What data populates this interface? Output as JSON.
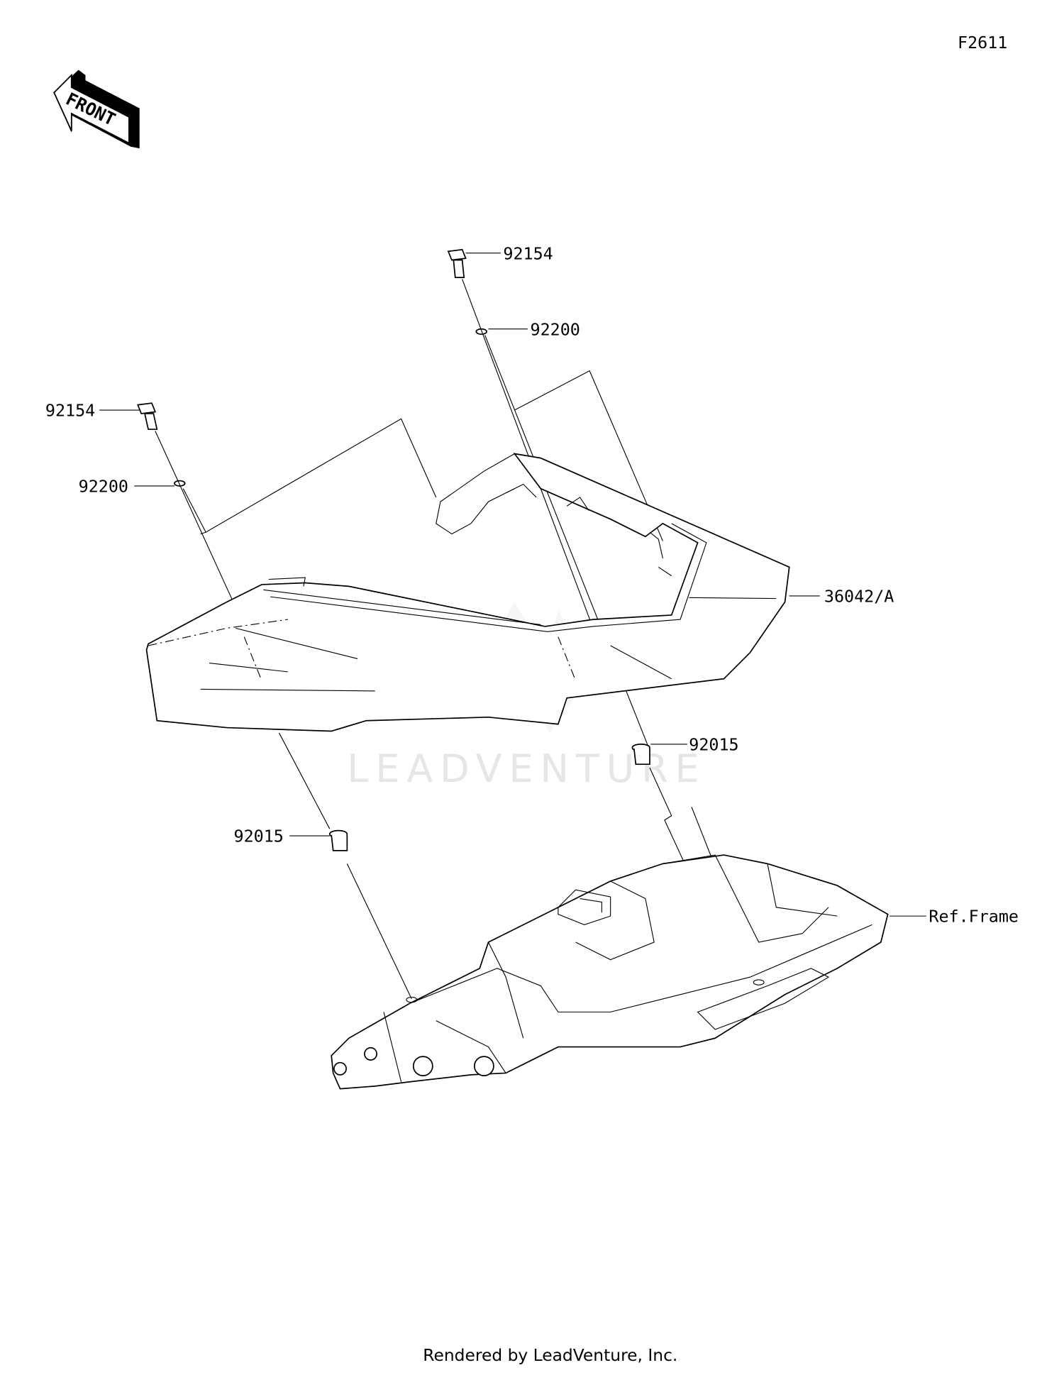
{
  "diagram": {
    "figure_code": "F2611",
    "front_indicator": "FRONT",
    "watermark": "LEADVENTURE",
    "footer": "Rendered by LeadVenture, Inc.",
    "callouts": [
      {
        "id": "bolt-top",
        "part_number": "92154"
      },
      {
        "id": "washer-top",
        "part_number": "92200"
      },
      {
        "id": "bolt-left",
        "part_number": "92154"
      },
      {
        "id": "washer-left",
        "part_number": "92200"
      },
      {
        "id": "seat-cowl",
        "part_number": "36042/A"
      },
      {
        "id": "collar-right",
        "part_number": "92015"
      },
      {
        "id": "collar-left",
        "part_number": "92015"
      },
      {
        "id": "frame",
        "part_number": "Ref.Frame"
      }
    ]
  }
}
